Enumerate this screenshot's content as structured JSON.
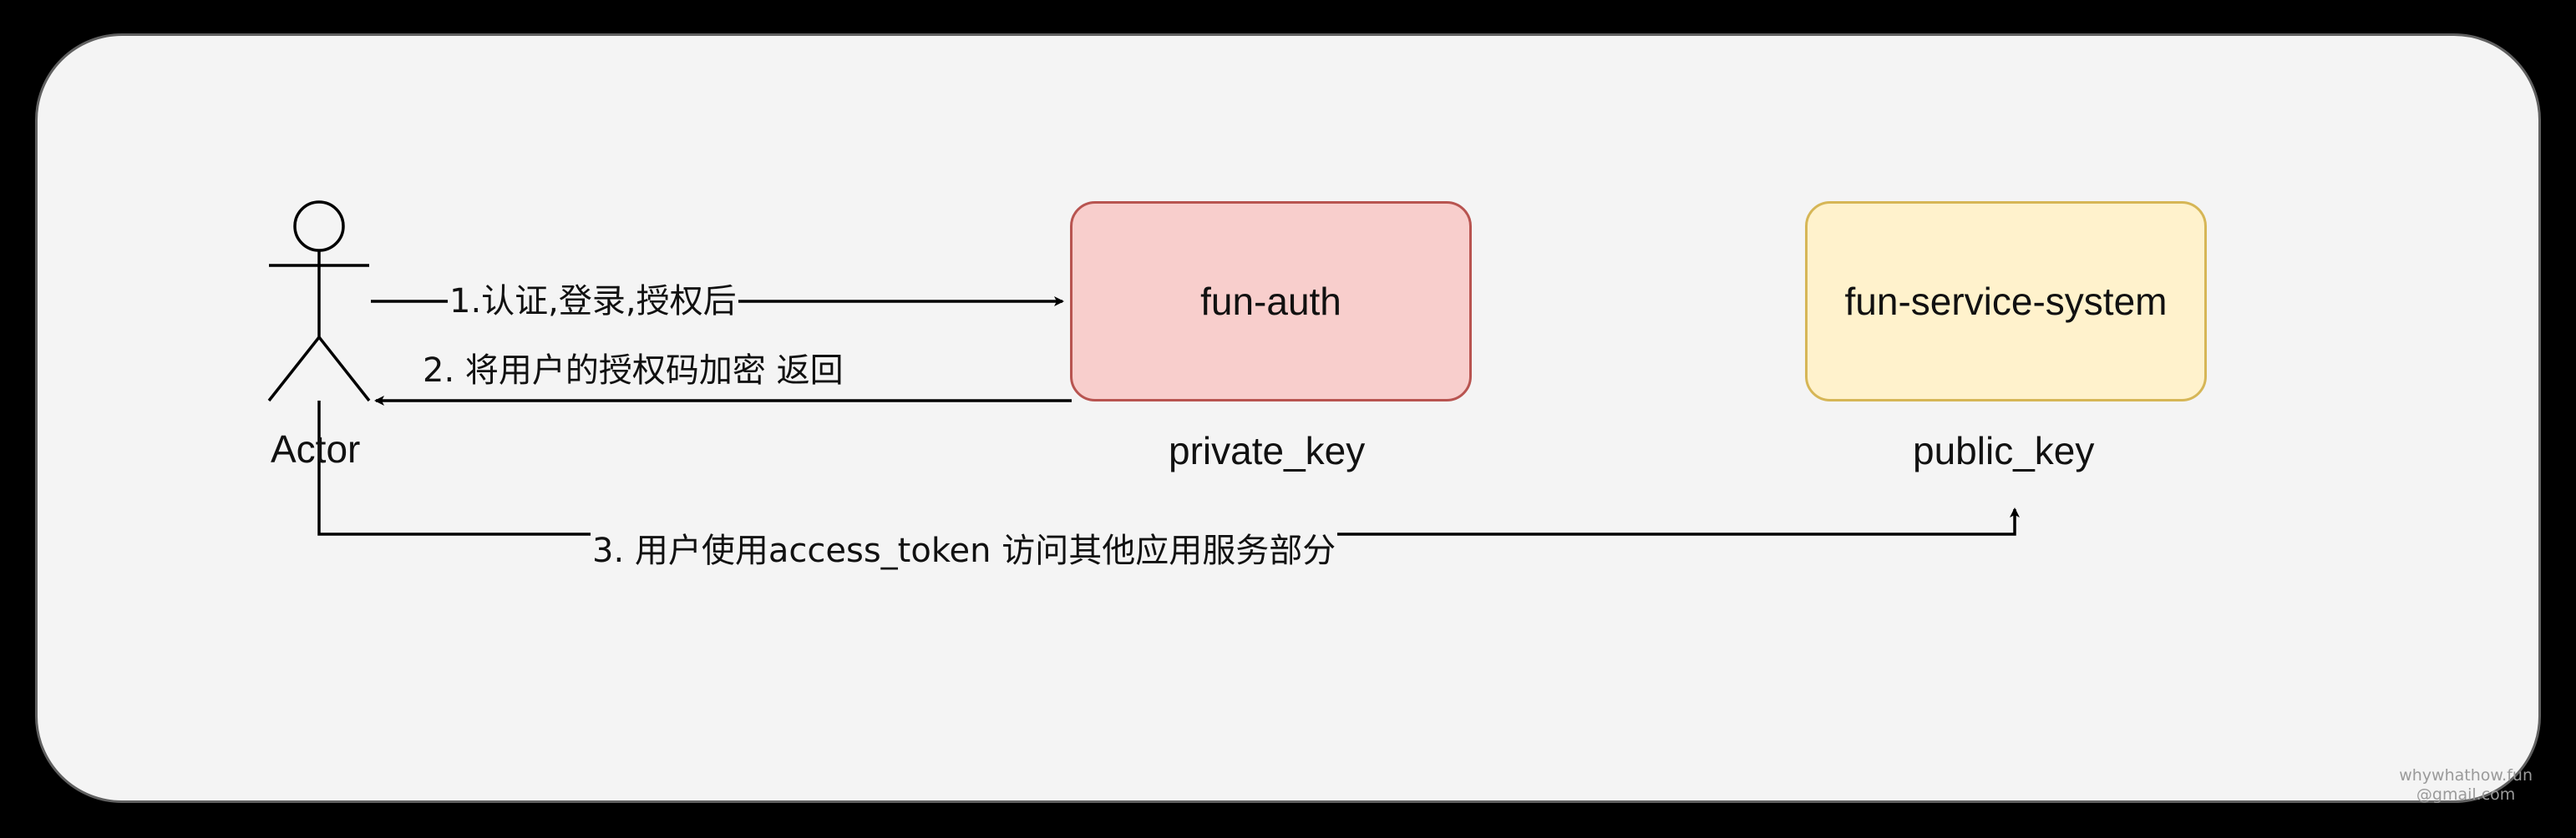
{
  "actor": {
    "label": "Actor"
  },
  "nodes": {
    "auth": {
      "label": "fun-auth",
      "key": "private_key",
      "fill": "#f8cecc",
      "stroke": "#b85450"
    },
    "service": {
      "label": "fun-service-system",
      "key": "public_key",
      "fill": "#fff2cc",
      "stroke": "#d6b656"
    }
  },
  "edges": [
    {
      "label": "1.认证,登录,授权后"
    },
    {
      "label": "2. 将用户的授权码加密 返回"
    },
    {
      "label": "3. 用户使用access_token 访问其他应用服务部分"
    }
  ],
  "watermark": {
    "line1": "whywhathow.fun",
    "line2": "@gmail.com"
  }
}
